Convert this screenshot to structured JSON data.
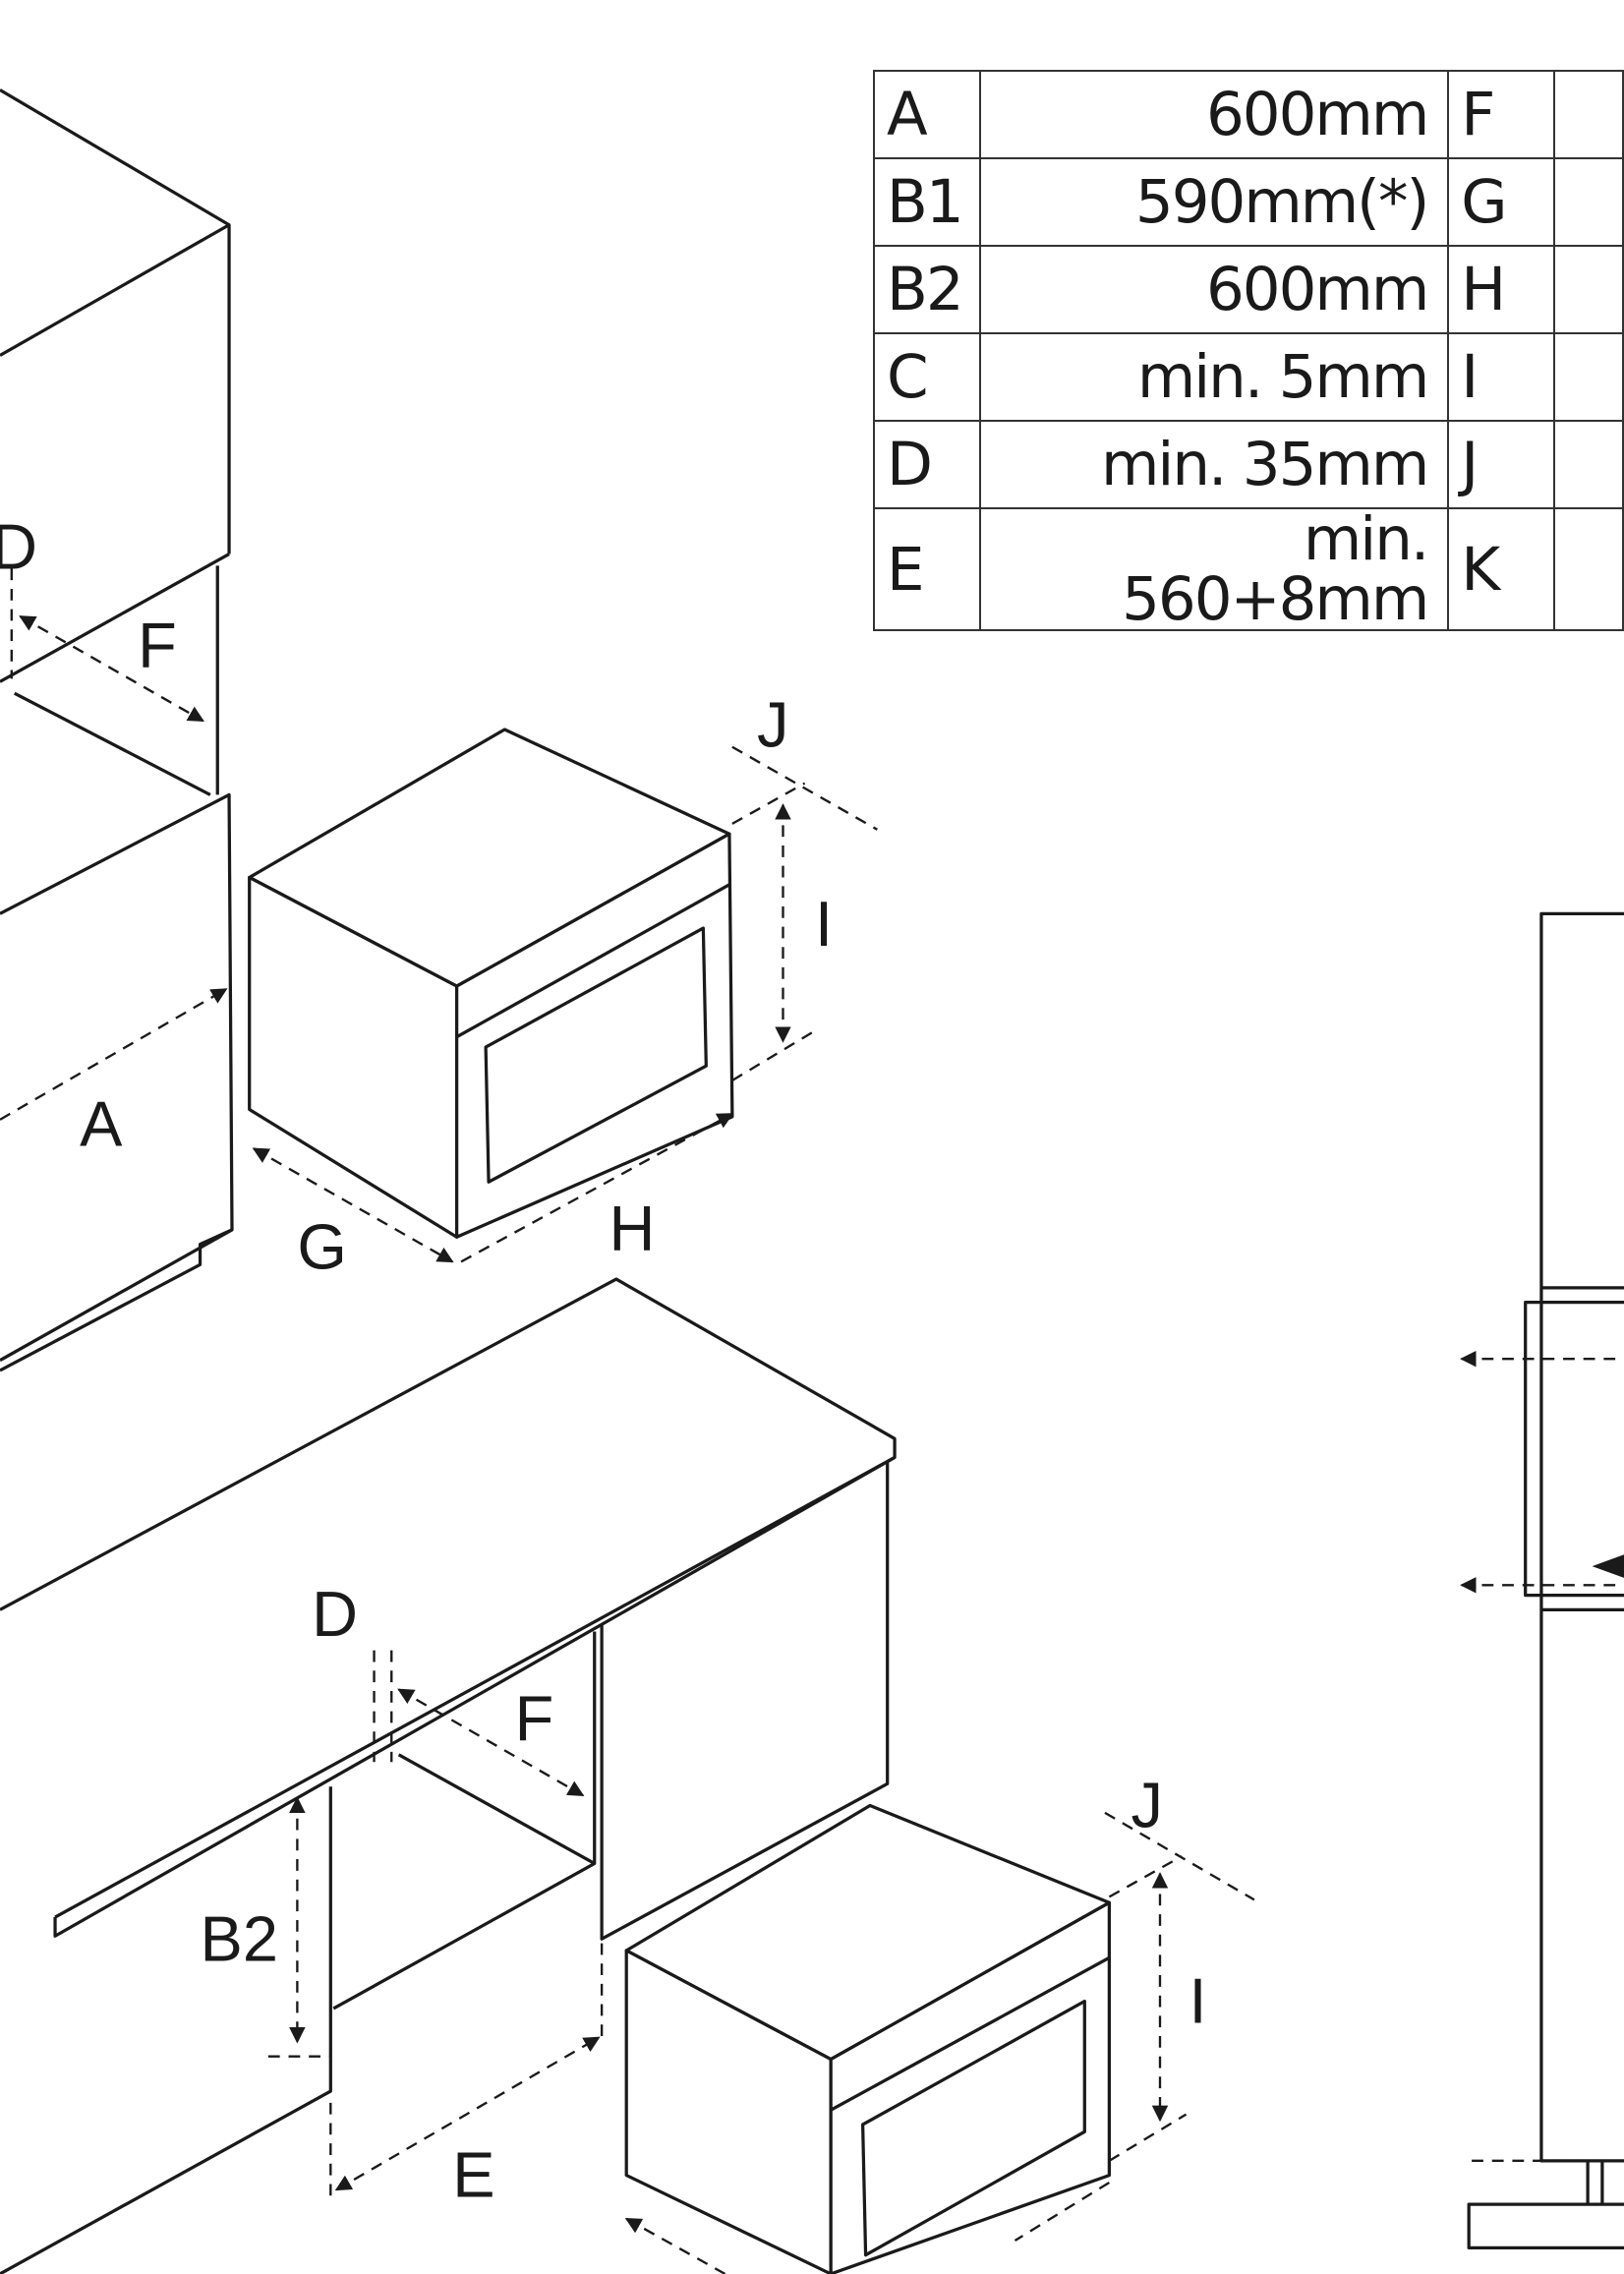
{
  "dimension_table": {
    "rows": [
      {
        "key": "A",
        "value": "600mm",
        "key2": "F"
      },
      {
        "key": "B1",
        "value": "590mm(*)",
        "key2": "G"
      },
      {
        "key": "B2",
        "value": "600mm",
        "key2": "H"
      },
      {
        "key": "C",
        "value": "min. 5mm",
        "key2": "I"
      },
      {
        "key": "D",
        "value": "min. 35mm",
        "key2": "J"
      },
      {
        "key": "E",
        "value": "min. 560+8mm",
        "key2": "K"
      }
    ]
  },
  "drawing_labels": {
    "upper_D": "D",
    "upper_F": "F",
    "upper_A": "A",
    "oven1_J": "J",
    "oven1_I": "I",
    "oven1_G": "G",
    "oven1_H": "H",
    "lower_D": "D",
    "lower_F": "F",
    "lower_B2": "B2",
    "lower_E": "E",
    "oven2_J": "J",
    "oven2_I": "I"
  }
}
